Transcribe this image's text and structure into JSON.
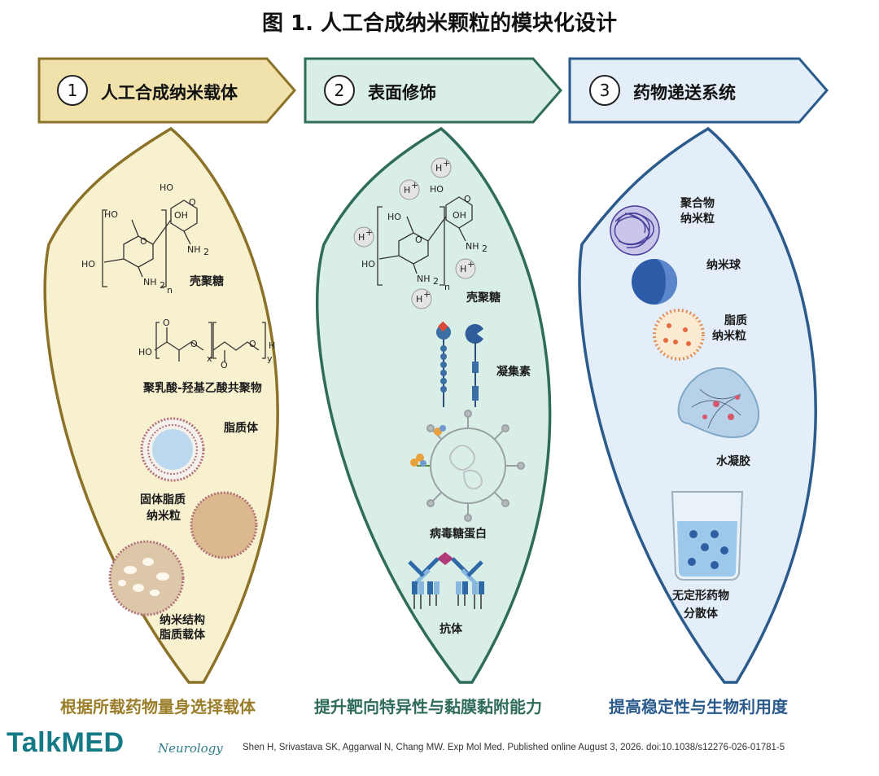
{
  "title": "图 1. 人工合成纳米颗粒的模块化设计",
  "colors": {
    "gold": "#8b7228",
    "teal": "#2f6c5c",
    "blue": "#2b5a8c",
    "gold_fill": "#f8f1d0",
    "teal_fill": "#daeee8",
    "blue_fill": "#e3eef8"
  },
  "panels": [
    {
      "number": "1",
      "heading": "人工合成纳米载体",
      "footer": "根据所载药物量身选择载体",
      "items": [
        "壳聚糖",
        "聚乳酸-羟基乙酸共聚物",
        "脂质体",
        "固体脂质",
        "纳米粒",
        "纳米结构",
        "脂质载体"
      ]
    },
    {
      "number": "2",
      "heading": "表面修饰",
      "footer": "提升靶向特异性与黏膜黏附能力",
      "items": [
        "壳聚糖",
        "凝集素",
        "病毒糖蛋白",
        "抗体"
      ]
    },
    {
      "number": "3",
      "heading": "药物递送系统",
      "footer": "提高稳定性与生物利用度",
      "items": [
        "聚合物",
        "纳米粒",
        "纳米球",
        "脂质",
        "纳米粒",
        "水凝胶",
        "无定形药物",
        "分散体"
      ]
    }
  ],
  "chem": {
    "ho": "HO",
    "oh": "OH",
    "o": "O",
    "nh2": "NH",
    "sub2": "2",
    "n": "n",
    "h": "H",
    "x": "x",
    "y": "y",
    "hplus": "H",
    "plus": "+"
  },
  "brand": {
    "logo": "TalkMED",
    "journal": "Neurology"
  },
  "citation": "Shen H, Srivastava SK, Aggarwal N, Chang MW. Exp Mol Med. Published online August 3, 2026. doi:10.1038/s12276-026-01781-5"
}
